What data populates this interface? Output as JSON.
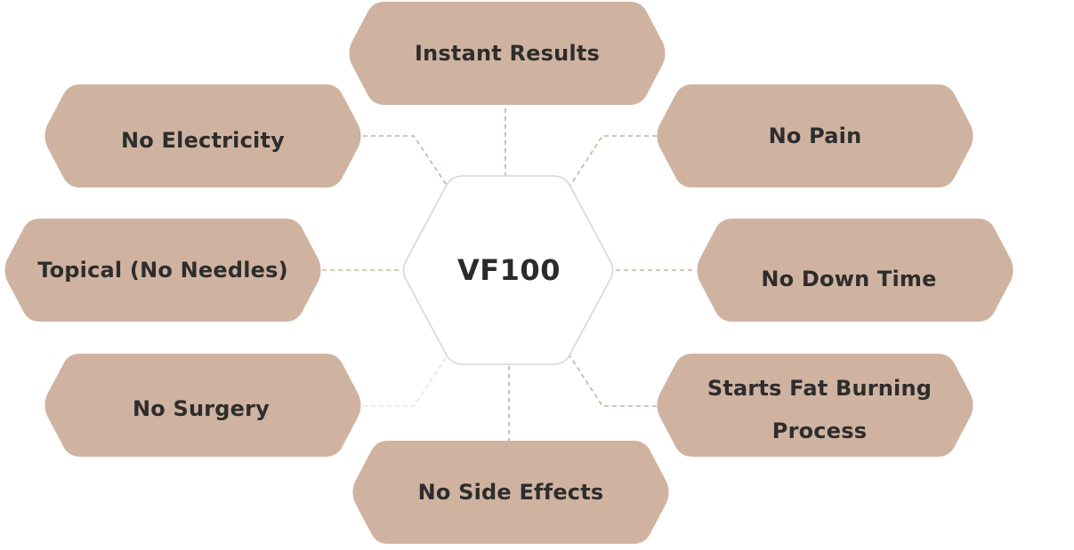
{
  "colors": {
    "node_fill": "#cfb3a0",
    "center_fill": "#ffffff",
    "connector": "#c9b09a",
    "text": "#2d2d2d"
  },
  "center": {
    "label": "VF100"
  },
  "nodes": [
    {
      "id": "instant-results",
      "label": "Instant Results"
    },
    {
      "id": "no-electricity",
      "label": "No Electricity"
    },
    {
      "id": "no-pain",
      "label": "No Pain"
    },
    {
      "id": "topical",
      "label": "Topical (No Needles)"
    },
    {
      "id": "no-down-time",
      "label": "No Down Time"
    },
    {
      "id": "no-surgery",
      "label": "No Surgery"
    },
    {
      "id": "starts-fat-burning",
      "label": "Starts Fat Burning Process"
    },
    {
      "id": "no-side-effects",
      "label": "No Side Effects"
    }
  ]
}
